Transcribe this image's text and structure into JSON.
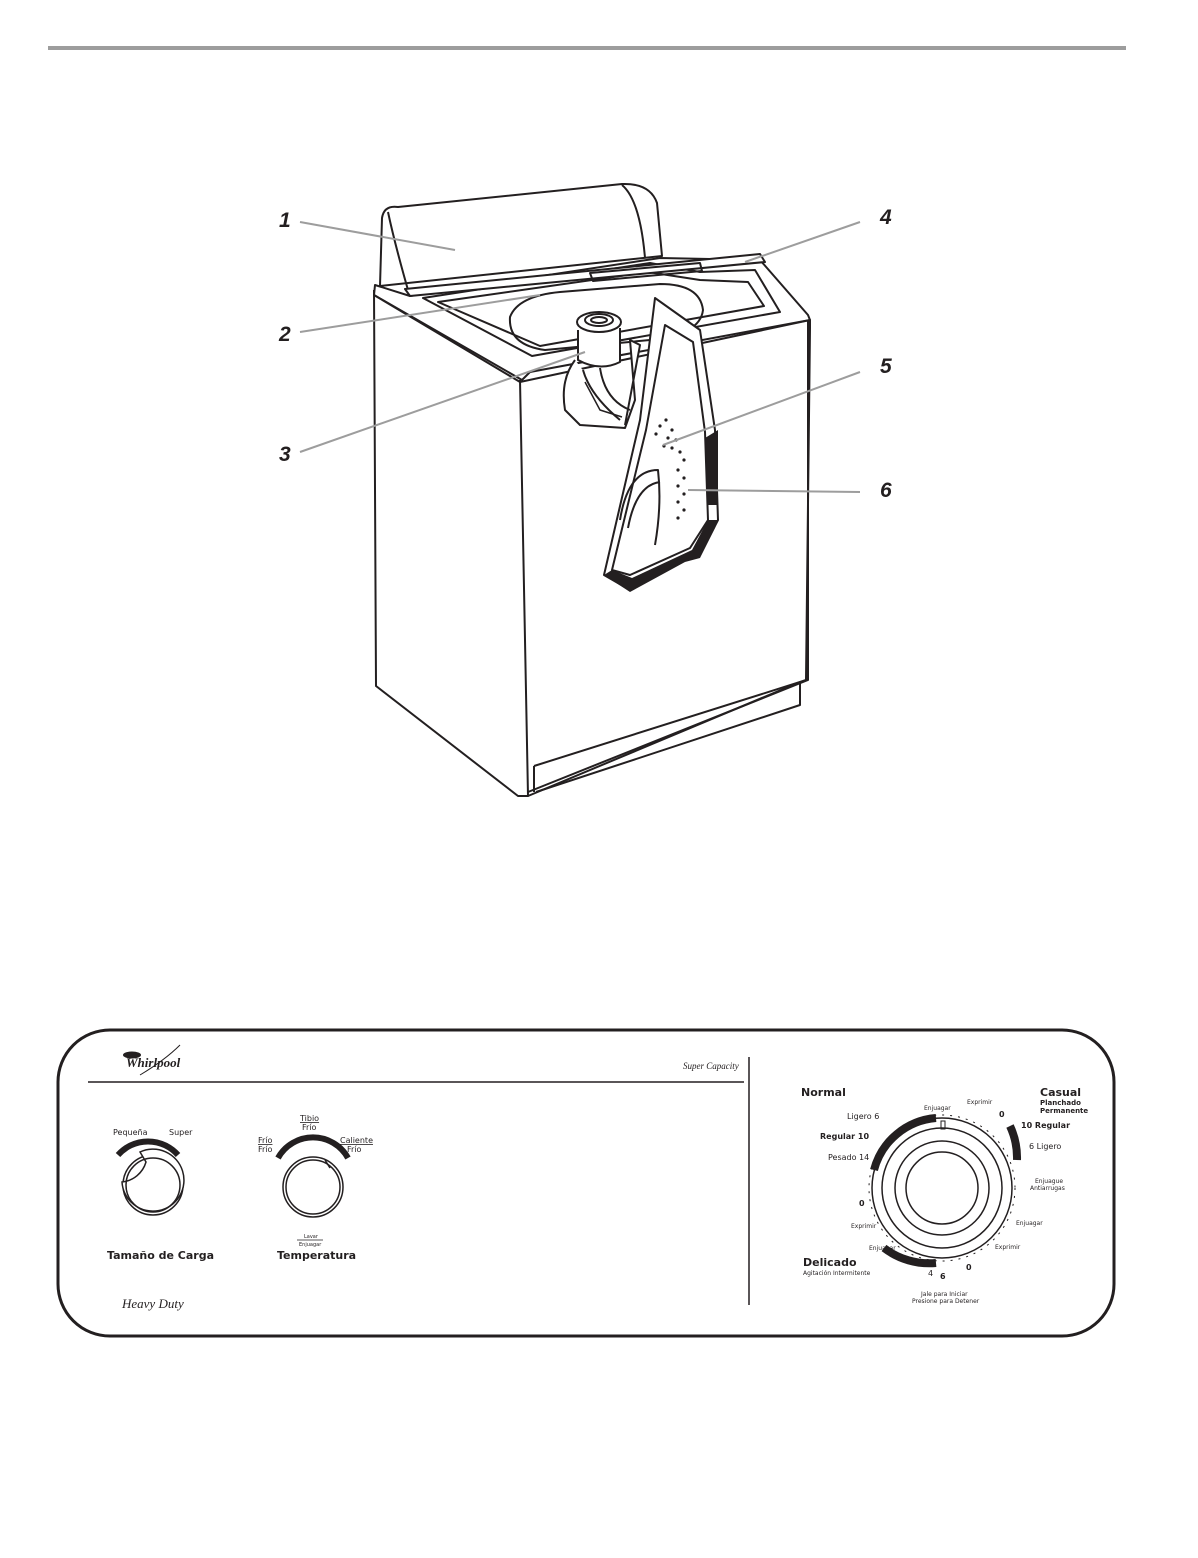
{
  "callouts": [
    "1",
    "2",
    "3",
    "4",
    "5",
    "6"
  ],
  "panel": {
    "brand": "Whirlpool",
    "super_capacity": "Super Capacity",
    "heavy_duty": "Heavy Duty",
    "load_size": {
      "small": "Pequeña",
      "super": "Super",
      "title": "Tamaño de Carga"
    },
    "temperature": {
      "cold_wash": "Frío",
      "cold_rinse": "Frío",
      "warm_wash": "Tibio",
      "warm_rinse": "Frío",
      "hot_wash": "Caliente",
      "hot_rinse": "Frío",
      "sub_wash": "Lavar",
      "sub_rinse": "Enjuagar",
      "title": "Temperatura"
    },
    "cycle": {
      "normal": "Normal",
      "light_6": "Ligero  6",
      "regular_10": "Regular  10",
      "heavy_14": "Pesado  14",
      "zero_left": "0",
      "spin_left": "Exprimir",
      "rinse_lower_left": "Enjuagar",
      "delicate": "Delicado",
      "intermittent": "Agitación Intermitente",
      "n4": "4",
      "n6": "6",
      "zero_bottom": "0",
      "pull_start": "Jale para Iniciar",
      "push_stop": "Presione para Detener",
      "rinse_top": "Enjuagar",
      "spin_top": "Exprimir",
      "zero_top": "0",
      "casual": "Casual",
      "perm_press_1": "Planchado",
      "perm_press_2": "Permanente",
      "regular_10_right": "10  Regular",
      "light_6_right": "6  Ligero",
      "wrinkle_rinse_1": "Enjuague",
      "wrinkle_rinse_2": "Antiarrugas",
      "rinse_right": "Enjuagar",
      "spin_right": "Exprimir"
    }
  }
}
